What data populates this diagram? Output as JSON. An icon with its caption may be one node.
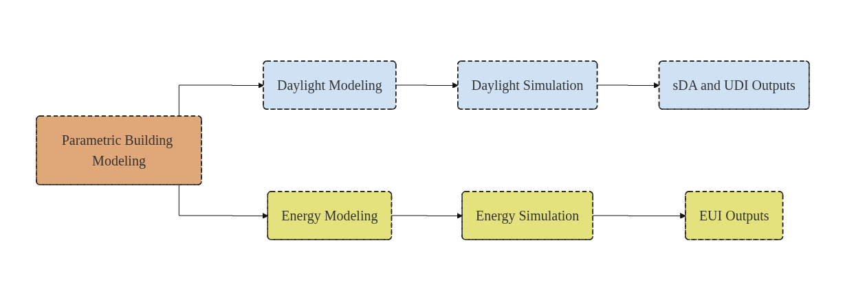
{
  "diagram": {
    "nodes": [
      {
        "text": [
          "Parametric Building Modeling"
        ]
      },
      {
        "text": [
          "Daylight Modeling"
        ]
      },
      {
        "text": [
          "Daylight Simulation"
        ]
      },
      {
        "text": [
          "sDA and UDI Outputs"
        ]
      },
      {
        "text": [
          "Energy Modeling"
        ]
      },
      {
        "text": [
          "Energy Simulation"
        ]
      },
      {
        "text": [
          "EUI Outputs"
        ]
      }
    ],
    "edges": [
      {
        "from": 0,
        "to": 1,
        "arrow": "to"
      },
      {
        "from": 1,
        "to": 2,
        "arrow": "to"
      },
      {
        "from": 2,
        "to": 3,
        "arrow": "to"
      },
      {
        "from": 0,
        "to": 4,
        "arrow": "to"
      },
      {
        "from": 4,
        "to": 5,
        "arrow": "to"
      },
      {
        "from": 5,
        "to": 6,
        "arrow": "to"
      }
    ]
  }
}
